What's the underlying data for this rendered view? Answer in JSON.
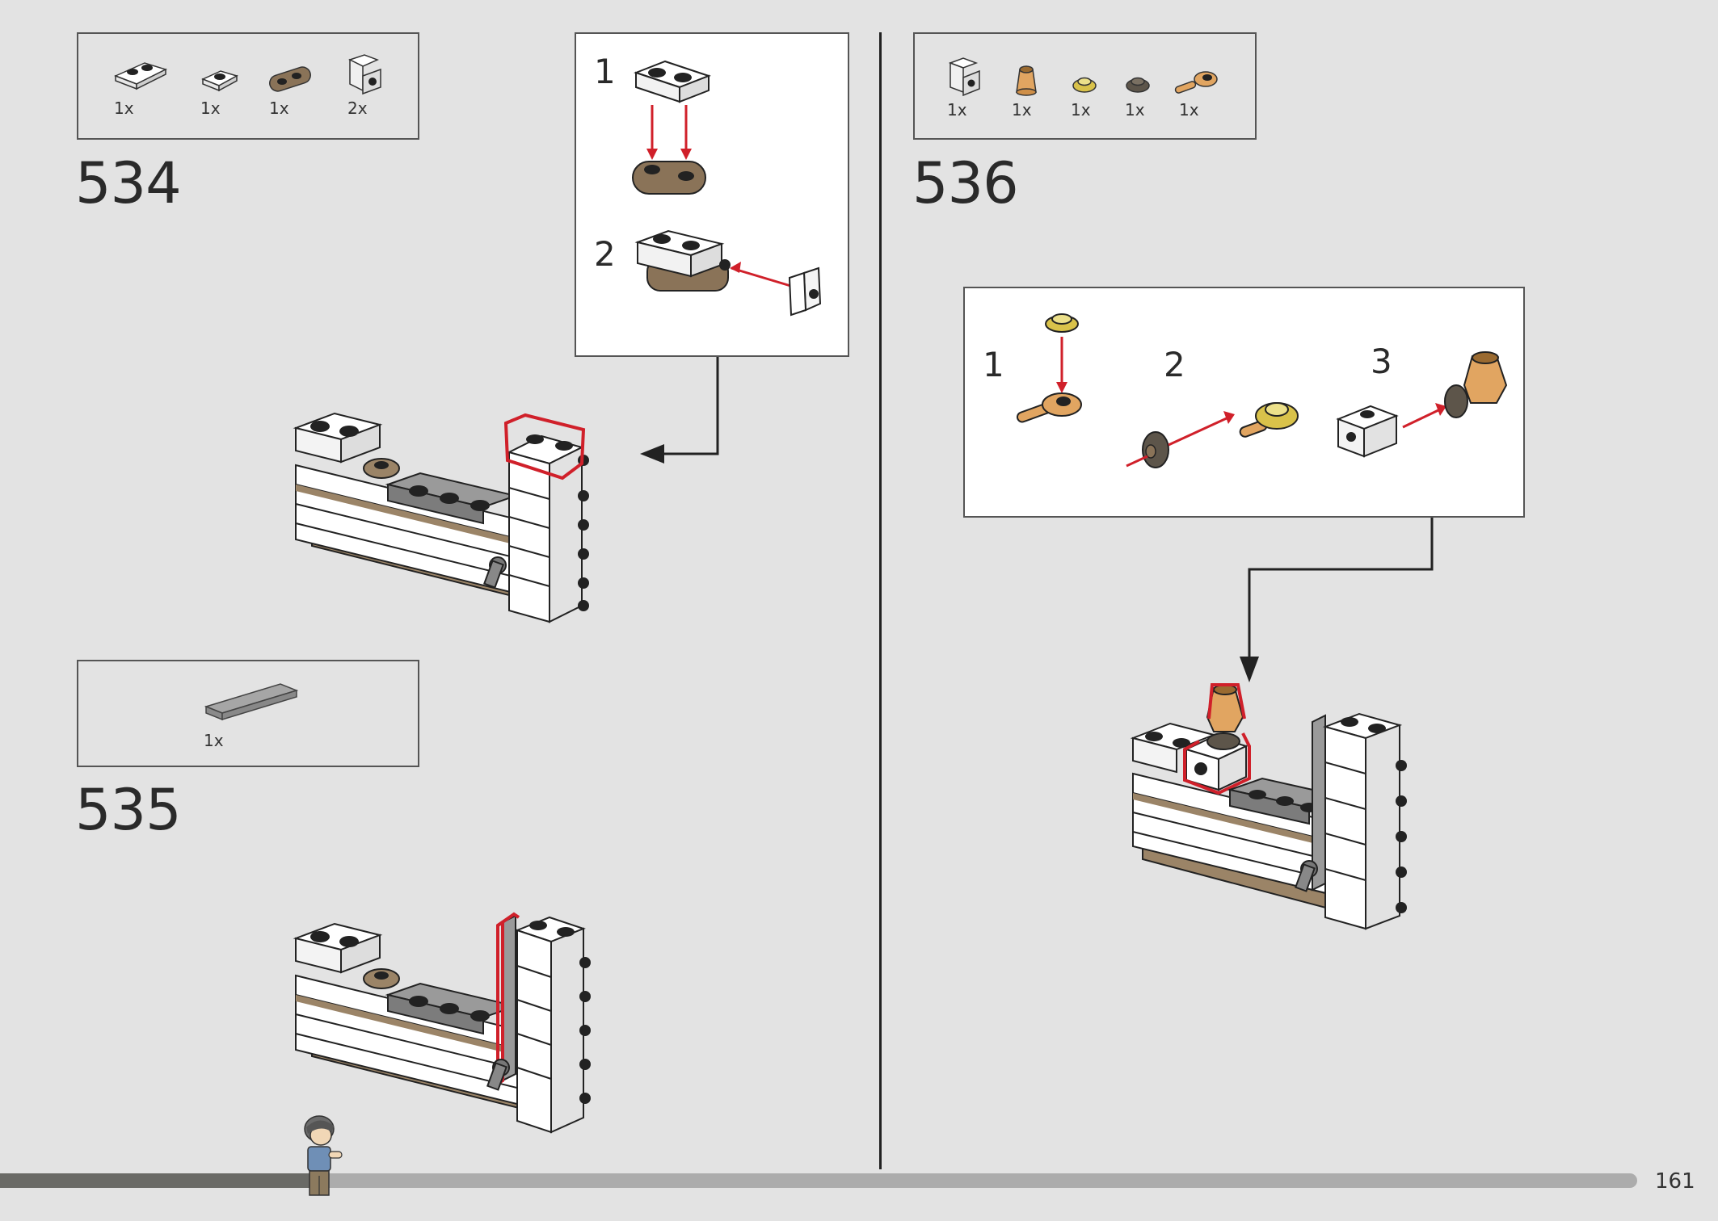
{
  "page": {
    "number": "161",
    "progress": 0.19
  },
  "steps": {
    "s534": {
      "number": "534",
      "parts": [
        {
          "qty": "1x",
          "icon": "white-plate-1x2-icon"
        },
        {
          "qty": "1x",
          "icon": "white-plate-1x1-icon"
        },
        {
          "qty": "1x",
          "icon": "tan-rounded-plate-icon"
        },
        {
          "qty": "2x",
          "icon": "white-bracket-icon"
        }
      ],
      "sub": [
        "1",
        "2"
      ]
    },
    "s535": {
      "number": "535",
      "parts": [
        {
          "qty": "1x",
          "icon": "grey-tile-icon"
        }
      ]
    },
    "s536": {
      "number": "536",
      "parts": [
        {
          "qty": "1x",
          "icon": "white-bracket-icon"
        },
        {
          "qty": "1x",
          "icon": "orange-cone-icon"
        },
        {
          "qty": "1x",
          "icon": "yellow-round-plate-icon"
        },
        {
          "qty": "1x",
          "icon": "dark-round-plate-icon"
        },
        {
          "qty": "1x",
          "icon": "orange-clip-icon"
        }
      ],
      "sub": [
        "1",
        "2",
        "3"
      ]
    }
  },
  "colors": {
    "arrow": "#d0202a",
    "tan": "#9b8467",
    "white": "#ffffff",
    "grey": "#9a9a9a",
    "orange": "#d99a55"
  }
}
